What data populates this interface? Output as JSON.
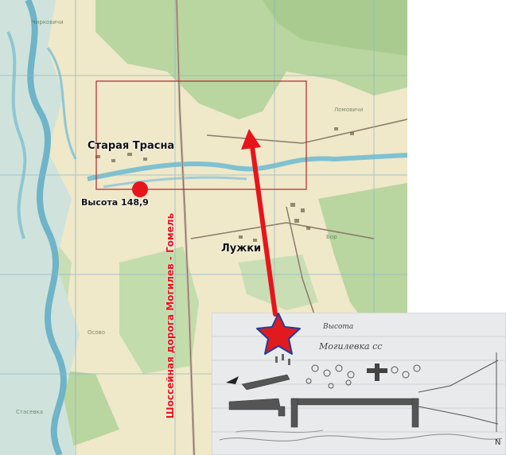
{
  "map": {
    "places": {
      "staraya_trasna": "Старая Трасна",
      "vysota": "Высота 148,9",
      "luzhki": "Лужки"
    },
    "road_label": "Шоссейная дорога Могилев - Гомель",
    "colors": {
      "forest": "#b9d5a0",
      "field": "#efe8c9",
      "water": "#9fcbd6",
      "marker_red": "#e8141c",
      "frame_red": "#b3262b",
      "star_red": "#e01a1f",
      "star_outline": "#1f3f9a"
    },
    "icons": [
      "red-dot-marker",
      "red-arrow",
      "red-star"
    ]
  },
  "sketch": {
    "title": "Высота",
    "village_label": "Могилевка сс",
    "north_mark": "N"
  }
}
